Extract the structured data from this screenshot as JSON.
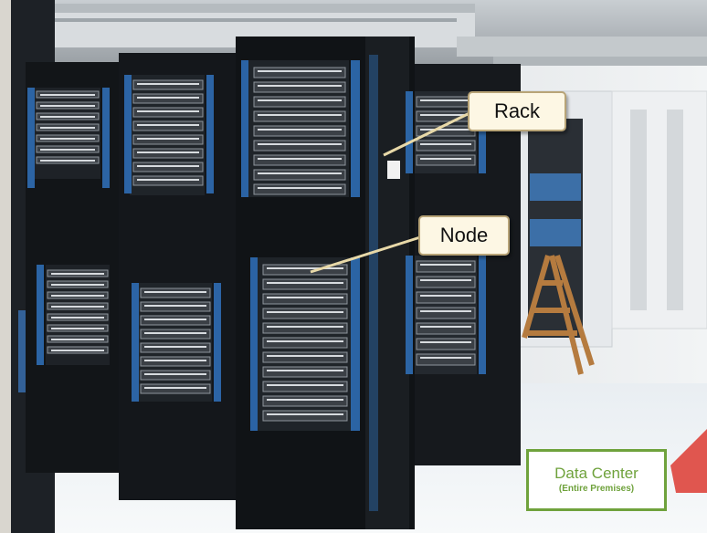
{
  "labels": {
    "rack": "Rack",
    "node": "Node",
    "data_center_title": "Data Center",
    "data_center_subtitle": "(Entire Premises)"
  },
  "colors": {
    "callout_fill": "#fdf7e4",
    "callout_border": "#b8a477",
    "data_center_accent": "#6fa23c",
    "leader_line": "#e8d9a8"
  }
}
